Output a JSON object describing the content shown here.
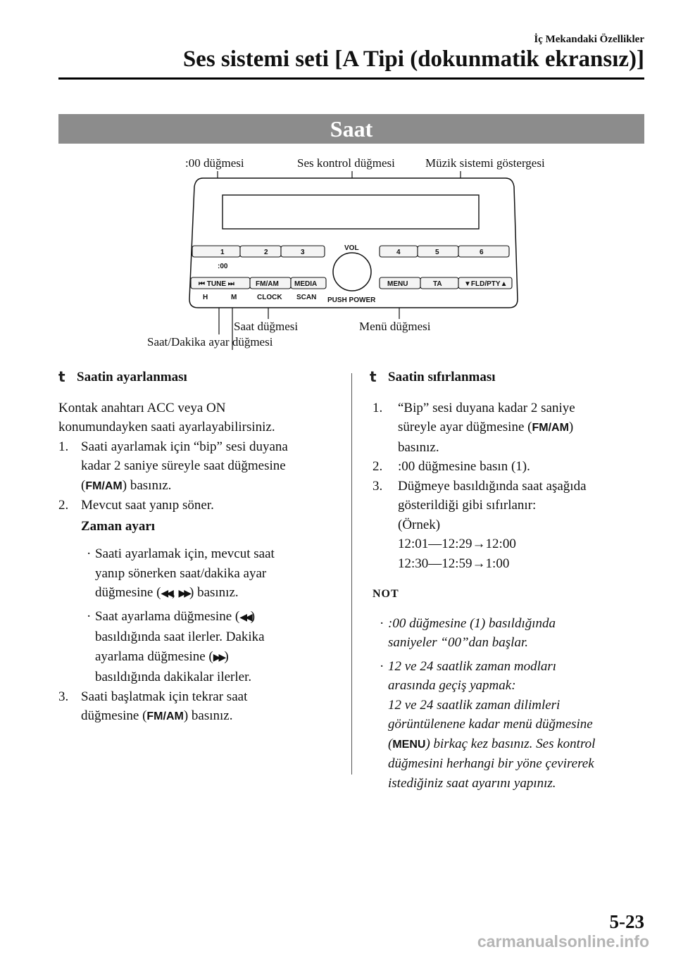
{
  "header": {
    "section_small": "İç Mekandaki Özellikler",
    "section_big": "Ses sistemi seti [A Tipi (dokunmatik ekransız)]"
  },
  "title": "Saat",
  "diagram": {
    "labels": {
      "zero_button": ":00 düğmesi",
      "volume_knob": "Ses kontrol düğmesi",
      "display": "Müzik sistemi göstergesi",
      "clock_button": "Saat düğmesi",
      "hour_min_button": "Saat/Dakika ayar düğmesi",
      "menu_button": "Menü düğmesi"
    },
    "buttons": {
      "b1": "1",
      "b2": "2",
      "b3": "3",
      "zero": ":00",
      "b4": "4",
      "b5": "5",
      "b6": "6",
      "vol": "VOL",
      "tune": "TUNE",
      "h": "H",
      "m": "M",
      "fmam": "FM/AM",
      "clock": "CLOCK",
      "media": "MEDIA",
      "scan": "SCAN",
      "menu": "MENU",
      "ta": "TA",
      "fldpty": "▼FLD/PTY▲",
      "push_power": "PUSH POWER"
    }
  },
  "left": {
    "heading_icon": "t",
    "heading": "Saatin ayarlanması",
    "intro_1": "Kontak anahtarı ACC veya ON",
    "intro_2": "konumundayken saati ayarlayabilirsiniz.",
    "step1_num": "1.",
    "step1_a": "Saati ayarlamak için “bip” sesi duyana",
    "step1_b": "kadar 2 saniye süreyle saat düğmesine",
    "step1_c_open": "(",
    "step1_c_key": "FM/AM",
    "step1_c_rest": ") basınız.",
    "step2_num": "2.",
    "step2": "Mevcut saat yanıp söner.",
    "zaman": "Zaman ayarı",
    "dot": "·",
    "d1_a": "Saati ayarlamak için, mevcut saat",
    "d1_b": "yanıp sönerken saat/dakika ayar",
    "d1_c_pre": "düğmesine (",
    "d1_c_icon1": "◀◀",
    "d1_c_sep": ", ",
    "d1_c_icon2": "▶▶",
    "d1_c_post": ") basınız.",
    "d2_a_pre": "Saat ayarlama düğmesine (",
    "d2_a_icon": "◀◀",
    "d2_a_post": ")",
    "d2_b": "basıldığında saat ilerler. Dakika",
    "d2_c_pre": "ayarlama düğmesine (",
    "d2_c_icon": "▶▶",
    "d2_c_post": ")",
    "d2_d": "basıldığında dakikalar ilerler.",
    "step3_num": "3.",
    "step3_a": "Saati başlatmak için tekrar saat",
    "step3_b_pre": "düğmesine (",
    "step3_b_key": "FM/AM",
    "step3_b_post": ") basınız."
  },
  "right": {
    "heading_icon": "t",
    "heading": "Saatin sıfırlanması",
    "s1_num": "1.",
    "s1_a": "“Bip” sesi duyana kadar 2 saniye",
    "s1_b_pre": "süreyle ayar düğmesine (",
    "s1_b_key": "FM/AM",
    "s1_b_post": ")",
    "s1_c": "basınız.",
    "s2_num": "2.",
    "s2": ":00 düğmesine basın (1).",
    "s3_num": "3.",
    "s3_a": "Düğmeye basıldığında saat aşağıda",
    "s3_b": "gösterildiği gibi sıfırlanır:",
    "s3_c": "(Örnek)",
    "s3_d": "12:01―12:29→12:00",
    "s3_e": "12:30―12:59→1:00",
    "note_title": "NOT",
    "dot": "·",
    "n1_a": ":00 düğmesine (1) basıldığında",
    "n1_b": "saniyeler “00”dan başlar.",
    "n2_a": "12 ve 24 saatlik zaman modları",
    "n2_b": "arasında geçiş yapmak:",
    "n2_c": "12 ve 24 saatlik zaman dilimleri",
    "n2_d": "görüntülenene kadar menü düğmesine",
    "n2_e_open": "(",
    "n2_e_key": "MENU",
    "n2_e_rest": ") birkaç kez basınız. Ses kontrol",
    "n2_f": "düğmesini herhangi bir yöne çevirerek",
    "n2_g": "istediğiniz saat ayarını yapınız."
  },
  "footer": {
    "page_number": "5-23",
    "watermark": "carmanualsonline.info"
  }
}
